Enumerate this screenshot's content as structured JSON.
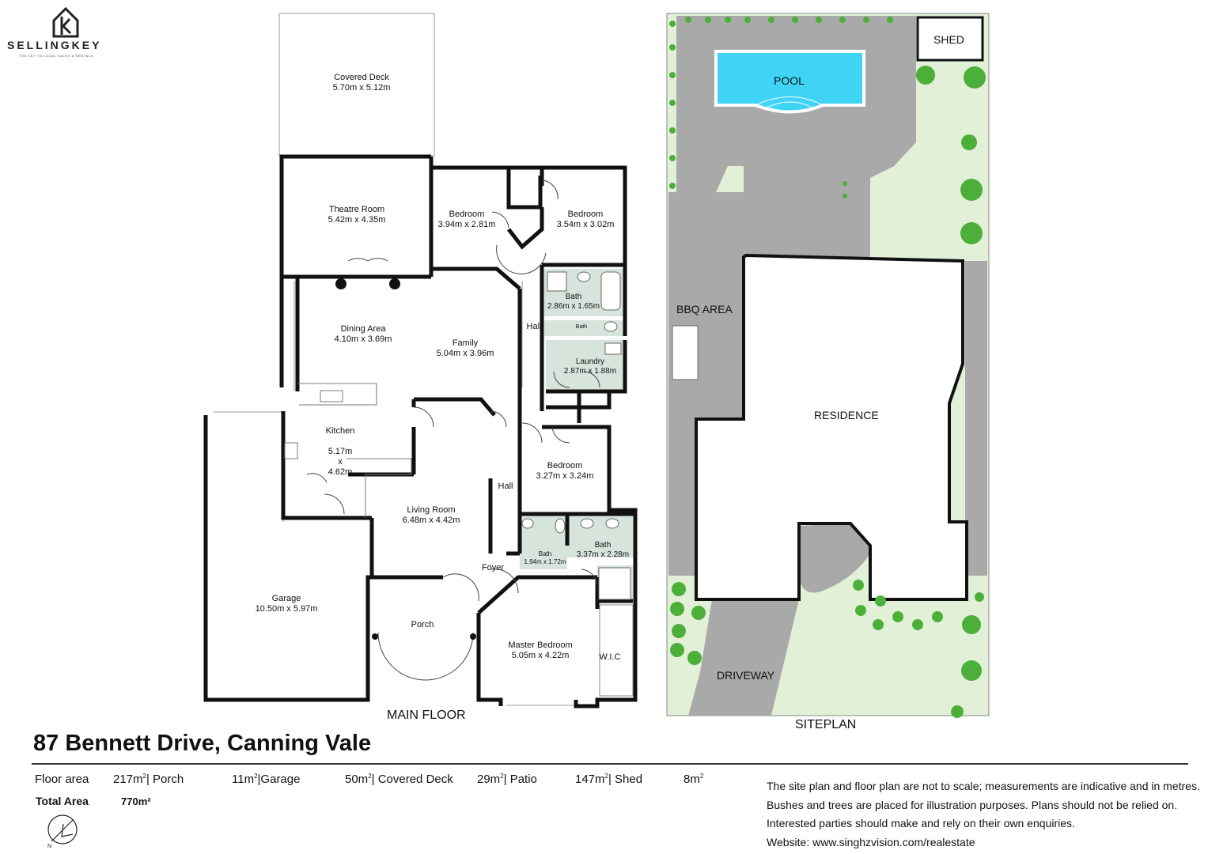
{
  "brand": {
    "name": "SELLINGKEY",
    "tagline": "THE KEY TO LOCAL SALES & RENTALS"
  },
  "floor_plan": {
    "title": "MAIN FLOOR",
    "rooms": [
      {
        "name": "Covered Deck",
        "dims": "5.70m x 5.12m"
      },
      {
        "name": "Theatre Room",
        "dims": "5.42m x 4.35m"
      },
      {
        "name": "Bedroom",
        "dims": "3.94m x 2.81m"
      },
      {
        "name": "Bedroom",
        "dims": "3.54m x 3.02m"
      },
      {
        "name": "Bath",
        "dims": "2.86m x 1.65m"
      },
      {
        "name": "Bath",
        "dims": ""
      },
      {
        "name": "Hall",
        "dims": ""
      },
      {
        "name": "Dining Area",
        "dims": "4.10m x 3.69m"
      },
      {
        "name": "Family",
        "dims": "5.04m x 3.96m"
      },
      {
        "name": "Laundry",
        "dims": "2.87m x 1.88m"
      },
      {
        "name": "Kitchen",
        "dims": "5.17m\nx\n4.62m"
      },
      {
        "name": "Bedroom",
        "dims": "3.27m x 3.24m"
      },
      {
        "name": "Hall",
        "dims": ""
      },
      {
        "name": "Living Room",
        "dims": "6.48m x 4.42m"
      },
      {
        "name": "Garage",
        "dims": "10.50m x 5.97m"
      },
      {
        "name": "Bath",
        "dims": "1.94m x 1.72m"
      },
      {
        "name": "Bath",
        "dims": "3.37m x 2.28m"
      },
      {
        "name": "Foyer",
        "dims": ""
      },
      {
        "name": "Porch",
        "dims": ""
      },
      {
        "name": "Master Bedroom",
        "dims": "5.05m x 4.22m"
      },
      {
        "name": "W.I.C",
        "dims": ""
      }
    ]
  },
  "site_plan": {
    "title": "SITEPLAN",
    "labels": {
      "shed": "SHED",
      "pool": "POOL",
      "bbq": "BBQ AREA",
      "residence": "RESIDENCE",
      "driveway": "DRIVEWAY"
    }
  },
  "address": "87 Bennett Drive, Canning Vale",
  "floor_areas": {
    "label": "Floor area",
    "items": [
      {
        "value": "217m",
        "sep": "| Porch"
      },
      {
        "value": "11m",
        "sep": "|Garage"
      },
      {
        "value": "50m",
        "sep": "| Covered Deck"
      },
      {
        "value": "29m",
        "sep": "| Patio"
      },
      {
        "value": "147m",
        "sep": "| Shed"
      },
      {
        "value": "8m",
        "sep": ""
      }
    ],
    "superscript": "2",
    "total_label": "Total Area",
    "total_value": "770m²"
  },
  "disclaimer": [
    "The site plan and floor plan are not to scale; measurements are indicative and in metres.",
    "Bushes and trees are placed for illustration purposes. Plans should not be relied on.",
    "Interested parties should make and rely on their own enquiries.",
    "Website: www.singhzvision.com/realestate"
  ],
  "compass": {
    "label": "N"
  },
  "colors": {
    "wall": "#111111",
    "paving": "#a9a9a9",
    "lawn": "#e3f0d8",
    "pool": "#3fd3f5",
    "shrub": "#4caf3a",
    "tile": "#d6e4dc"
  }
}
